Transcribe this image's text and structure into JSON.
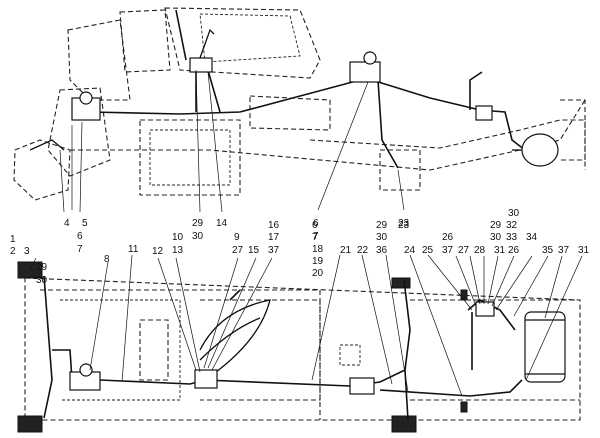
{
  "callouts_top": [
    "4",
    "23",
    "5",
    "6",
    "7",
    "29",
    "30",
    "14",
    "6",
    "7",
    "23"
  ],
  "callouts_bottom": [
    "1",
    "2",
    "3",
    "29",
    "30",
    "8",
    "11",
    "12",
    "10",
    "13",
    "9",
    "27",
    "15",
    "16",
    "17",
    "37",
    "6",
    "7",
    "18",
    "19",
    "20",
    "21",
    "22",
    "29",
    "30",
    "36",
    "23",
    "24",
    "25",
    "26",
    "37",
    "27",
    "28",
    "29",
    "30",
    "31",
    "32",
    "33",
    "26",
    "34",
    "35",
    "37",
    "31",
    "30"
  ],
  "colors": {
    "line": "#111111",
    "background": "#ffffff"
  }
}
